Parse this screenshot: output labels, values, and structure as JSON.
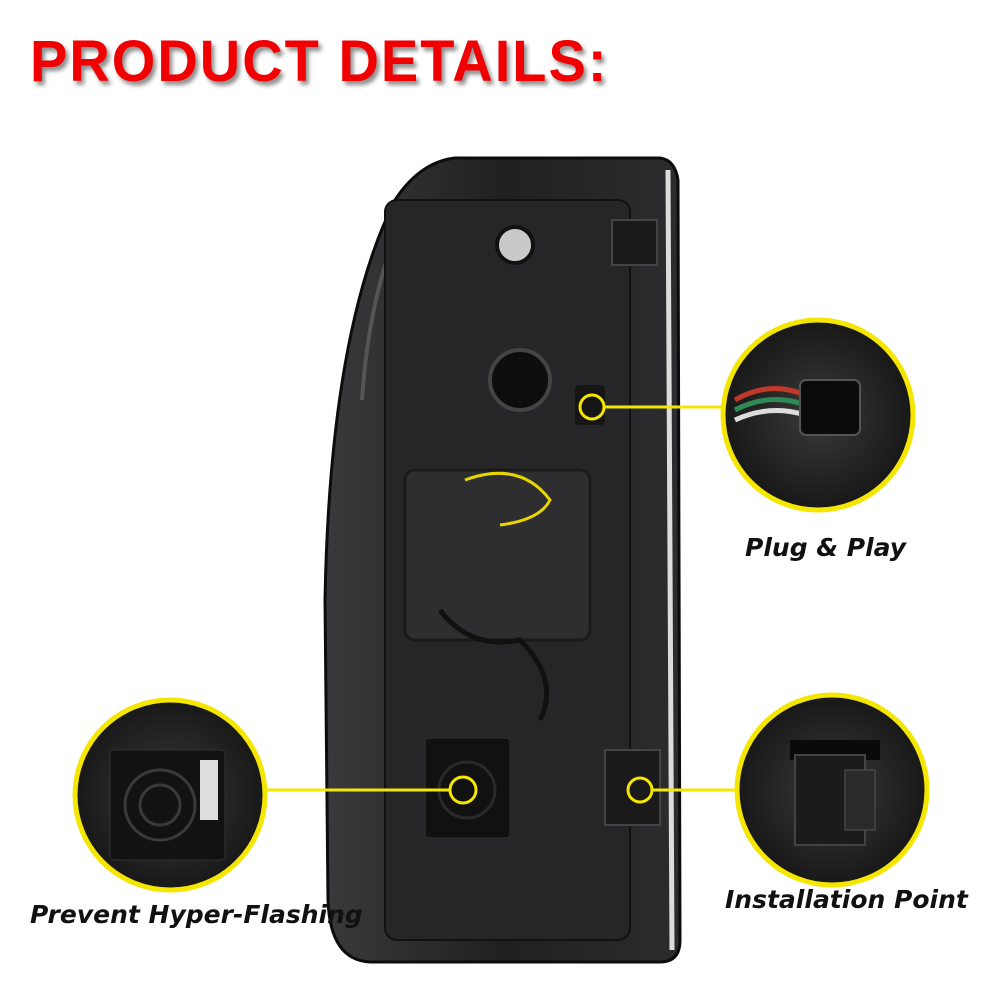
{
  "title": "PRODUCT DETAILS:",
  "callouts": [
    {
      "label": "Plug & Play"
    },
    {
      "label": "Prevent Hyper-Flashing"
    },
    {
      "label": "Installation Point"
    }
  ],
  "colors": {
    "title": "#f00000",
    "callout_ring": "#f5e600",
    "housing": "#1e1e20"
  }
}
